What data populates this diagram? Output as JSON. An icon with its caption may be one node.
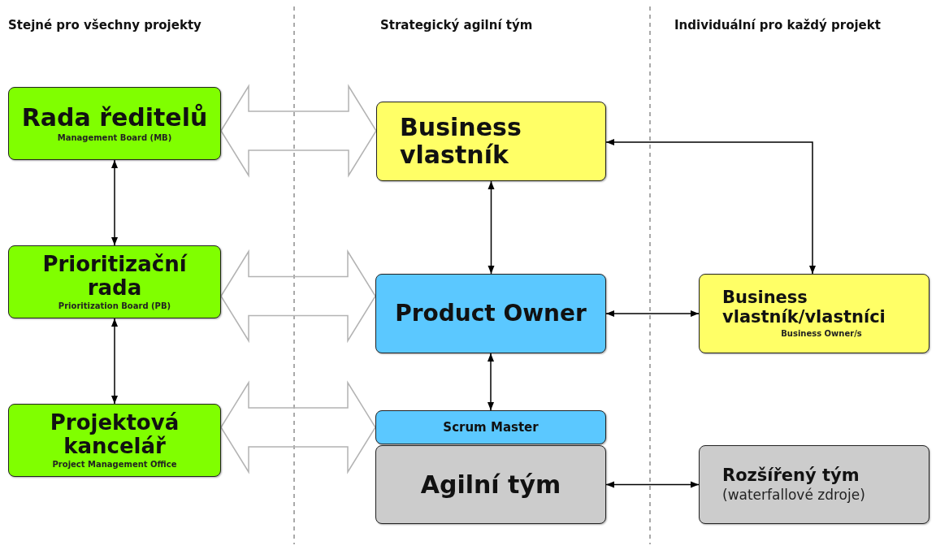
{
  "diagram": {
    "nodes": [
      {
        "text": [
          "Rada ředitelů",
          "Management Board (MB)"
        ]
      },
      {
        "text": [
          "Prioritizační rada",
          "Prioritization Board (PB)"
        ]
      },
      {
        "text": [
          "Projektová kancelář",
          "Project Management Office"
        ]
      },
      {
        "text": [
          "Business vlastník"
        ]
      },
      {
        "text": [
          "Product Owner"
        ]
      },
      {
        "text": [
          "Scrum Master"
        ]
      },
      {
        "text": [
          "Agilní tým"
        ]
      },
      {
        "text": [
          "Business vlastník/vlastníci",
          "Business Owner/s"
        ]
      },
      {
        "text": [
          "Rozšířený tým",
          "(waterfallové zdroje)"
        ]
      }
    ],
    "edges": [
      {
        "from": 0,
        "to": 1,
        "arrow": "both"
      },
      {
        "from": 1,
        "to": 2,
        "arrow": "both"
      },
      {
        "from": 0,
        "to": 3,
        "arrow": "both",
        "style": "thick",
        "color": "#b3b3b3"
      },
      {
        "from": 1,
        "to": 4,
        "arrow": "both",
        "style": "thick",
        "color": "#b3b3b3"
      },
      {
        "from": 2,
        "to": 5,
        "arrow": "both",
        "style": "thick",
        "color": "#b3b3b3"
      },
      {
        "from": 3,
        "to": 4,
        "arrow": "both"
      },
      {
        "from": 4,
        "to": 5,
        "arrow": "both"
      },
      {
        "from": 3,
        "to": 7,
        "arrow": "both"
      },
      {
        "from": 4,
        "to": 7,
        "arrow": "both"
      },
      {
        "from": 6,
        "to": 8,
        "arrow": "both"
      }
    ],
    "labels": [
      "Stejné pro všechny projekty",
      "Strategický agilní tým",
      "Individuální pro každý projekt"
    ]
  }
}
